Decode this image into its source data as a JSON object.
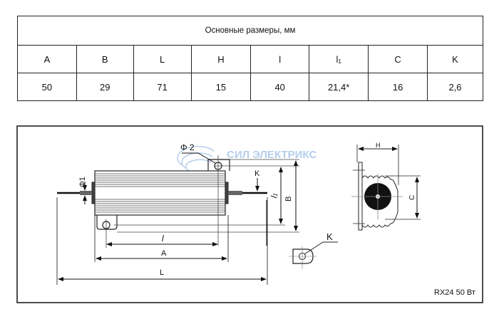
{
  "table": {
    "title": "Основные размеры,  мм",
    "headers": [
      "A",
      "B",
      "L",
      "H",
      "l",
      "l",
      "C",
      "K"
    ],
    "header_subscripts": [
      "",
      "",
      "",
      "",
      "",
      "1",
      "",
      ""
    ],
    "values": [
      "50",
      "29",
      "71",
      "15",
      "40",
      "21,4*",
      "16",
      "2,6"
    ]
  },
  "drawing": {
    "labels": {
      "phi2": "Φ 2",
      "phi1": "Φ1",
      "K_top": "K",
      "l1": "l",
      "l1_sub": "1",
      "B": "B",
      "l": "l",
      "A": "A",
      "L": "L",
      "H": "H",
      "C": "C",
      "K_detail": "K"
    },
    "watermark": "СИЛ ЭЛЕКТРИКС",
    "watermark_color": "#a9c6e8",
    "caption": "RX24 50 Вт"
  }
}
